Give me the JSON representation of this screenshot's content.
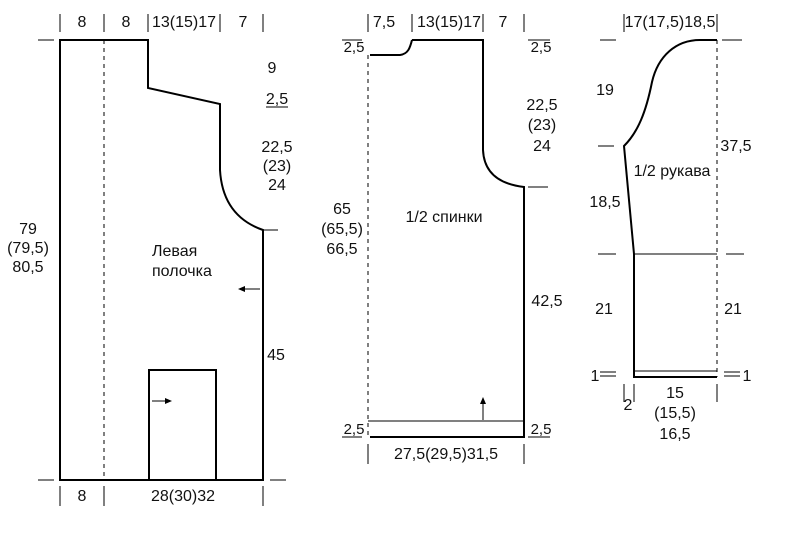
{
  "front": {
    "top": {
      "w1": "8",
      "w2": "8",
      "w3": "13(15)17",
      "w4": "7"
    },
    "right": {
      "h1": "9",
      "h2": "2,5",
      "h3a": "22,5",
      "h3b": "(23)",
      "h3c": "24",
      "h4": "45"
    },
    "left": {
      "a": "79",
      "b": "(79,5)",
      "c": "80,5"
    },
    "title": {
      "line1": "Левая",
      "line2": "полочка"
    },
    "bottom": {
      "w1": "8",
      "w2": "28(30)32"
    }
  },
  "back": {
    "top": {
      "w1": "7,5",
      "w2": "13(15)17",
      "w3": "7"
    },
    "corner": {
      "tl": "2,5",
      "tr": "2,5",
      "bl": "2,5",
      "br": "2,5"
    },
    "right": {
      "h1a": "22,5",
      "h1b": "(23)",
      "h1c": "24",
      "h2": "42,5"
    },
    "left": {
      "a": "65",
      "b": "(65,5)",
      "c": "66,5"
    },
    "title": "1/2 спинки",
    "bottom": "27,5(29,5)31,5"
  },
  "sleeve": {
    "top": "17(17,5)18,5",
    "left": {
      "h1": "19",
      "h2": "18,5",
      "h3": "21",
      "cuff": "1"
    },
    "right": {
      "h1": "37,5",
      "h2": "21",
      "cuff": "1"
    },
    "title": "1/2 рукава",
    "bottom": {
      "a": "15",
      "b": "(15,5)",
      "c": "16,5",
      "offset": "2"
    }
  }
}
